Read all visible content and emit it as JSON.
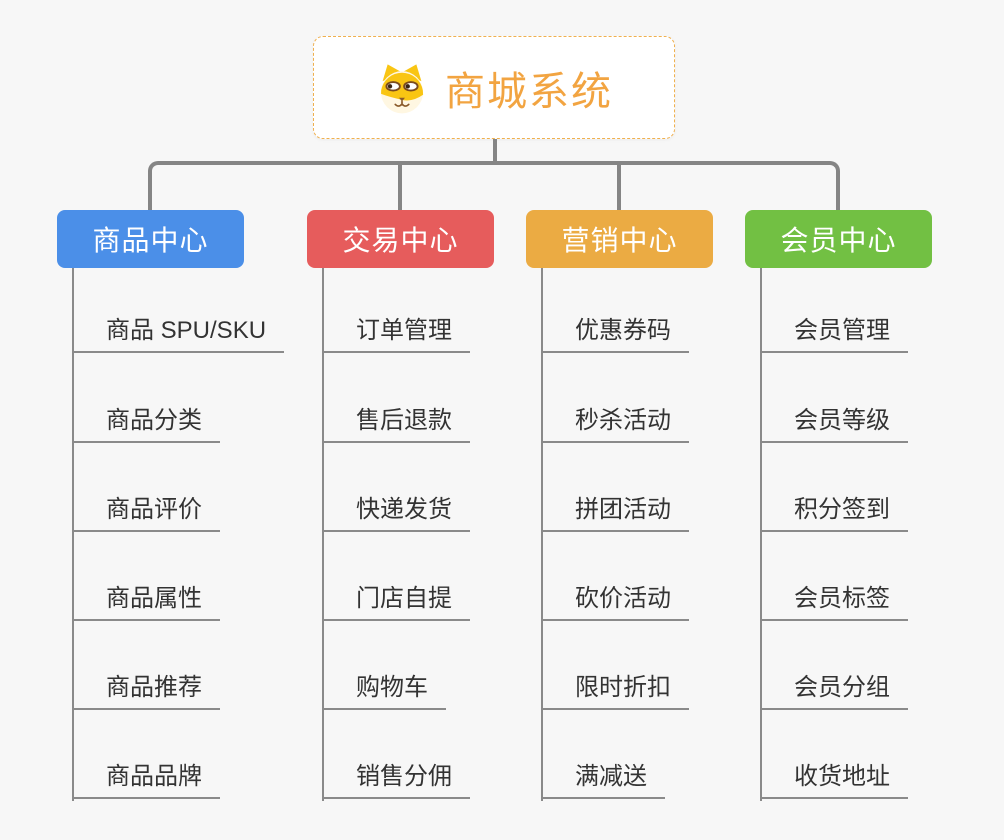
{
  "canvas": {
    "background": "#f7f7f7",
    "connector_color": "#858585",
    "sub_connector_color": "#8a8a8a"
  },
  "root": {
    "title": "商城系统",
    "icon": "dog-face-icon",
    "text_color": "#f2a441",
    "border_color": "#f0b04e"
  },
  "branches": [
    {
      "label": "商品中心",
      "color": "#4b8fe8",
      "items": [
        "商品 SPU/SKU",
        "商品分类",
        "商品评价",
        "商品属性",
        "商品推荐",
        "商品品牌"
      ]
    },
    {
      "label": "交易中心",
      "color": "#e65c5c",
      "items": [
        "订单管理",
        "售后退款",
        "快递发货",
        "门店自提",
        "购物车",
        "销售分佣"
      ]
    },
    {
      "label": "营销中心",
      "color": "#ebab43",
      "items": [
        "优惠券码",
        "秒杀活动",
        "拼团活动",
        "砍价活动",
        "限时折扣",
        "满减送"
      ]
    },
    {
      "label": "会员中心",
      "color": "#72c043",
      "items": [
        "会员管理",
        "会员等级",
        "积分签到",
        "会员标签",
        "会员分组",
        "收货地址"
      ]
    }
  ]
}
